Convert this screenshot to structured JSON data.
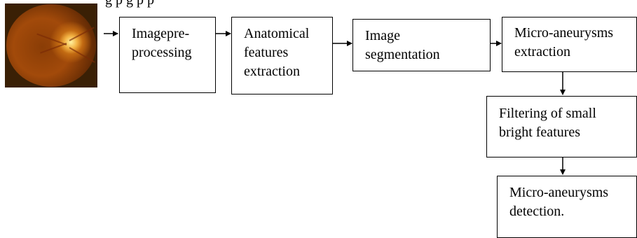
{
  "top_cutoff_text": "g                             p        g               p                          p",
  "image": {
    "alt": "retinal fundus image"
  },
  "steps": [
    {
      "label": "Imagepre-\nprocessing"
    },
    {
      "label": "Anatomical\nfeatures\nextraction"
    },
    {
      "label": "Image\nsegmentation"
    },
    {
      "label": "Micro-aneurysms\nextraction"
    },
    {
      "label": "Filtering of small\nbright features"
    },
    {
      "label": "Micro-aneurysms\ndetection."
    }
  ]
}
